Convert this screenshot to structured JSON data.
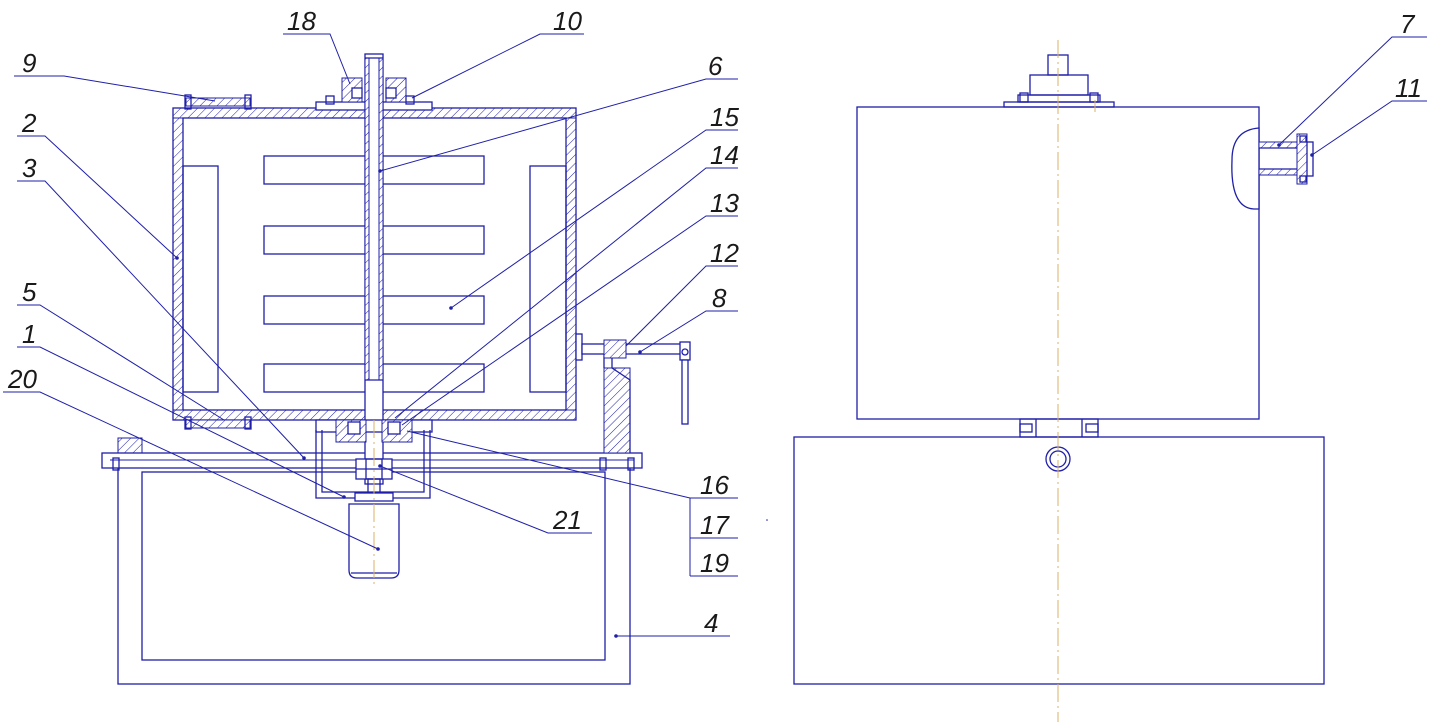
{
  "callouts": [
    {
      "id": "c18",
      "text": "18"
    },
    {
      "id": "c10",
      "text": "10"
    },
    {
      "id": "c9",
      "text": "9"
    },
    {
      "id": "c6",
      "text": "6"
    },
    {
      "id": "c2",
      "text": "2"
    },
    {
      "id": "c15",
      "text": "15"
    },
    {
      "id": "c3",
      "text": "3"
    },
    {
      "id": "c14",
      "text": "14"
    },
    {
      "id": "c13",
      "text": "13"
    },
    {
      "id": "c12",
      "text": "12"
    },
    {
      "id": "c5",
      "text": "5"
    },
    {
      "id": "c8",
      "text": "8"
    },
    {
      "id": "c1",
      "text": "1"
    },
    {
      "id": "c20",
      "text": "20"
    },
    {
      "id": "c16",
      "text": "16"
    },
    {
      "id": "c17",
      "text": "17"
    },
    {
      "id": "c19",
      "text": "19"
    },
    {
      "id": "c21",
      "text": "21"
    },
    {
      "id": "c4",
      "text": "4"
    },
    {
      "id": "c7",
      "text": "7"
    },
    {
      "id": "c11",
      "text": "11"
    }
  ],
  "colors": {
    "line": "#1f1fa8",
    "axis": "#d9b36a",
    "label": "#1a1a1a"
  }
}
